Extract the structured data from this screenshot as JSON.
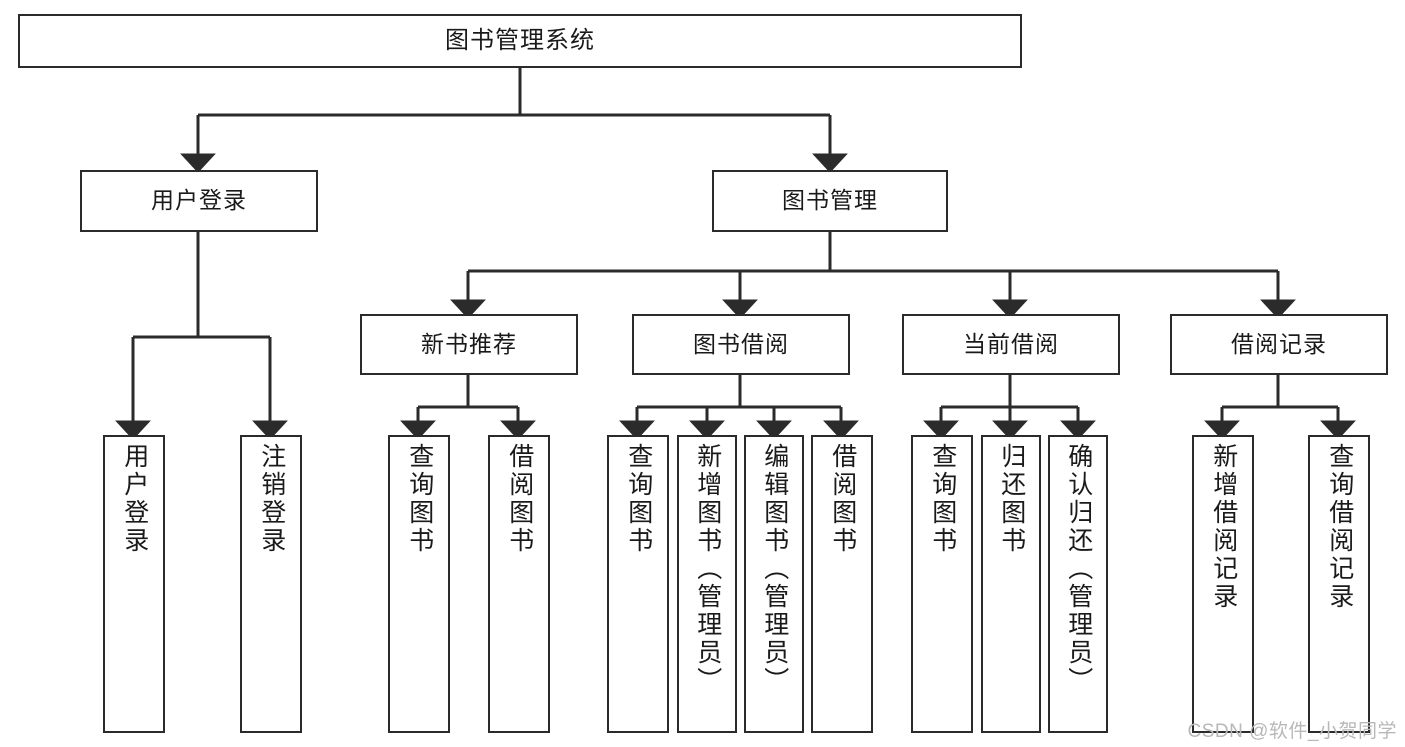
{
  "diagram": {
    "title": "图书管理系统",
    "type": "hierarchy-tree",
    "watermark": "CSDN @软件_小贺同学",
    "colors": {
      "border": "#2b2b2b",
      "background": "#ffffff",
      "text": "#1a1a1a",
      "watermark": "#b8b8b8"
    },
    "levels": {
      "root": {
        "label": "图书管理系统"
      },
      "level2": [
        {
          "label": "用户登录"
        },
        {
          "label": "图书管理"
        }
      ],
      "level3": [
        {
          "label": "新书推荐"
        },
        {
          "label": "图书借阅"
        },
        {
          "label": "当前借阅"
        },
        {
          "label": "借阅记录"
        }
      ],
      "leaves": {
        "user_login": [
          {
            "label": "用户登录"
          },
          {
            "label": "注销登录"
          }
        ],
        "new_book": [
          {
            "label": "查询图书"
          },
          {
            "label": "借阅图书"
          }
        ],
        "book_borrow": [
          {
            "label": "查询图书"
          },
          {
            "label": "新增图书（管理员）"
          },
          {
            "label": "编辑图书（管理员）"
          },
          {
            "label": "借阅图书"
          }
        ],
        "current_borrow": [
          {
            "label": "查询图书"
          },
          {
            "label": "归还图书"
          },
          {
            "label": "确认归还（管理员）"
          }
        ],
        "borrow_record": [
          {
            "label": "新增借阅记录"
          },
          {
            "label": "查询借阅记录"
          }
        ]
      }
    }
  }
}
